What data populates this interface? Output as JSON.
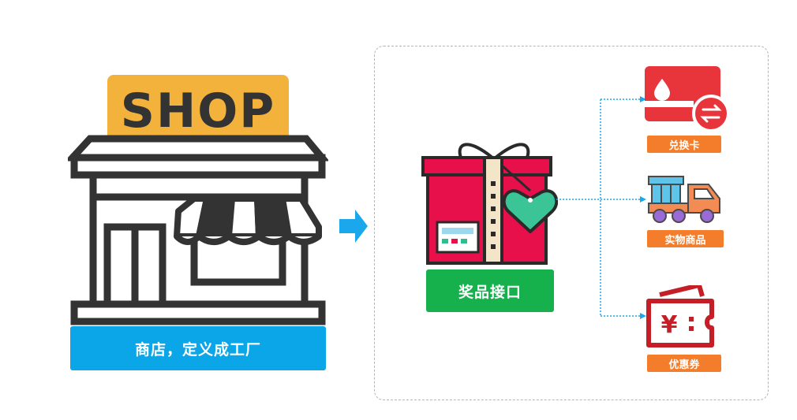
{
  "shop": {
    "sign_text": "SHOP",
    "caption": "商店，定义成工厂"
  },
  "gift": {
    "caption": "奖品接口"
  },
  "rewards": [
    {
      "label": "兑换卡"
    },
    {
      "label": "实物商品"
    },
    {
      "label": "优惠券"
    }
  ],
  "coupon_symbol": "¥",
  "colors": {
    "shop_sign": "#f3b23c",
    "shop_caption_bg": "#0aa6e8",
    "flow_arrow": "#1aa7ec",
    "gift_box": "#e8104b",
    "gift_caption_bg": "#16b04d",
    "heart_tag": "#3bc495",
    "connector": "#1aa7ec",
    "reward_label_bg": "#f37d2a",
    "card_red": "#e8343b",
    "truck_cargo": "#5fc4ea",
    "truck_body": "#f38b55",
    "coupon_red": "#c61e26"
  }
}
